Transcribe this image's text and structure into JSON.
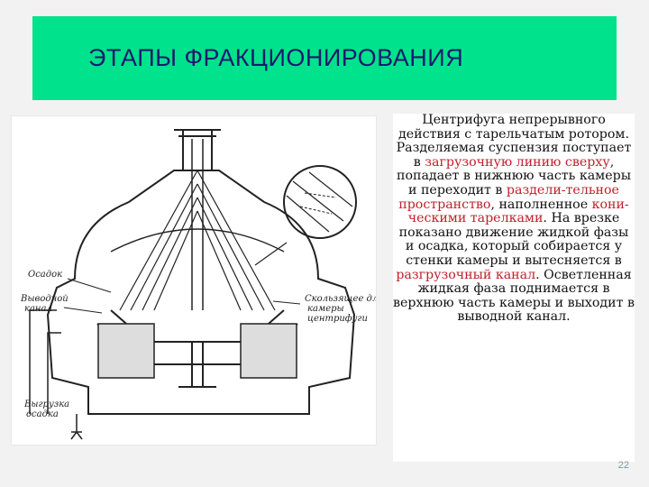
{
  "slide": {
    "title": "ЭТАПЫ ФРАКЦИОНИРОВАНИЯ",
    "page_number": "22"
  },
  "figure": {
    "labels": {
      "osadok": "Осадок",
      "vyvodnoy_1": "Выводной",
      "vyvodnoy_2": "канал",
      "skolzyashchee_1": "Скользящее для",
      "skolzyashchee_2": "камеры",
      "skolzyashchee_3": "центрифуги",
      "vygruzka_1": "Выгрузка",
      "vygruzka_2": "осадка"
    }
  },
  "description": {
    "p1": "Центрифуга непрерывного действия с тарельчатым ротором. Разделяемая суспензия поступает в ",
    "hl1": "загрузочную линию сверху",
    "p2": ", попадает в нижнюю часть камеры и переходит в ",
    "hl2": "раздели-тельное пространство",
    "p3": ", наполненное ",
    "hl3": "кони-ческими тарелками",
    "p4": ". На врезке показано движение жидкой фазы и осадка, который собирается у стенки камеры и вытесняется в ",
    "hl4": "разгрузочный канал",
    "p5": ". Осветленная жидкая фаза поднимается в верхнюю часть камеры и выходит в выводной канал."
  }
}
